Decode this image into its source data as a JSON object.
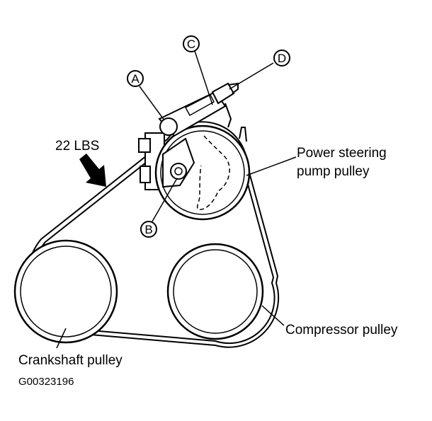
{
  "diagram": {
    "force_label": "22 LBS",
    "callouts": {
      "a": "A",
      "b": "B",
      "c": "C",
      "d": "D"
    },
    "labels": {
      "power_steering_line1": "Power steering",
      "power_steering_line2": "pump pulley",
      "compressor": "Compressor pulley",
      "crankshaft": "Crankshaft pulley"
    },
    "figure_code": "G00323196",
    "colors": {
      "ink": "#000000",
      "background": "#ffffff"
    }
  }
}
